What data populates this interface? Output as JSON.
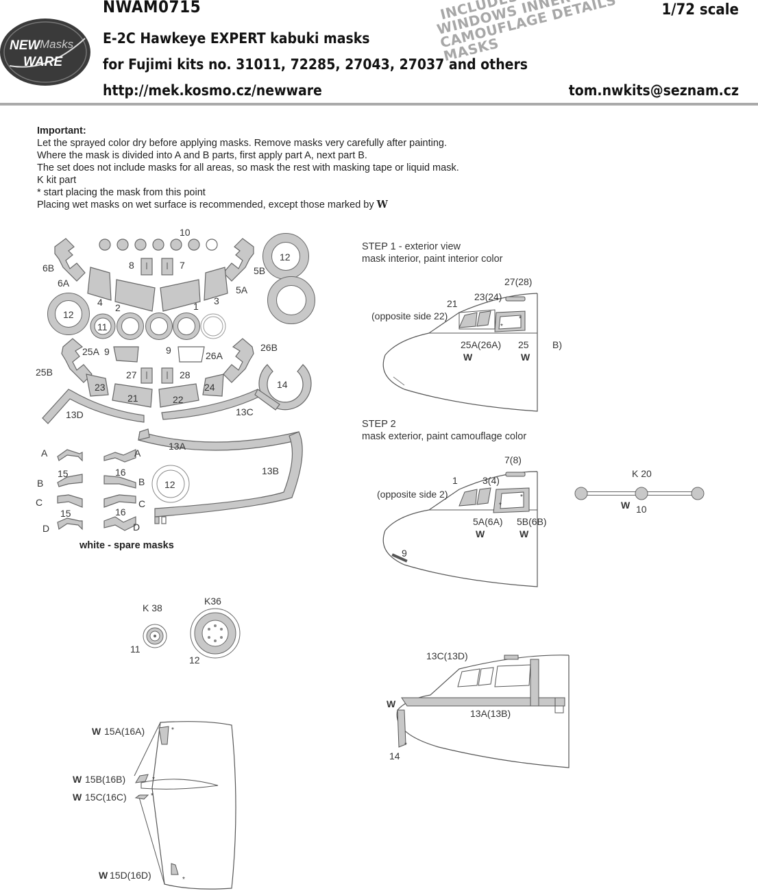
{
  "header": {
    "product_code": "NWAM0715",
    "scale": "1/72 scale",
    "title": "E-2C Hawkeye EXPERT kabuki masks",
    "subtitle": "for Fujimi kits no. 31011, 72285, 27043, 27037 and others",
    "url": "http://mek.kosmo.cz/newware",
    "email": "tom.nwkits@seznam.cz",
    "logo_text": [
      "NEW",
      "Masks",
      "WARE"
    ],
    "promo_lines": [
      "INCLUDES ALSO",
      "WINDOWS INNER SIDE",
      "CAMOUFLAGE DETAILS  MASKS"
    ]
  },
  "notes": {
    "heading": "Important:",
    "lines": [
      "Let the sprayed color dry before applying masks. Remove masks very carefully after painting.",
      "Where the mask is divided into A and B parts, first apply part A, next part B.",
      "The set does not include masks for all areas, so mask the rest with masking tape or liquid mask.",
      "K kit part",
      "*  start placing the mask from this point",
      "Placing wet masks on wet surface is recommended, except those marked by"
    ],
    "wet_symbol": "W"
  },
  "sheet": {
    "labels": {
      "l10": "10",
      "l12a": "12",
      "l6B": "6B",
      "l6A": "6A",
      "l8": "8",
      "l7": "7",
      "l5B": "5B",
      "l5A": "5A",
      "l4": "4",
      "l2": "2",
      "l1": "1",
      "l3": "3",
      "l12b": "12",
      "l11": "11",
      "l25A": "25A",
      "l9a": "9",
      "l9b": "9",
      "l26A": "26A",
      "l26B": "26B",
      "l25B": "25B",
      "l27": "27",
      "l28": "28",
      "l23": "23",
      "l21": "21",
      "l22": "22",
      "l24": "24",
      "l14": "14",
      "l13D": "13D",
      "l13C": "13C",
      "l13A": "13A",
      "l13B": "13B",
      "lA1": "A",
      "lA2": "A",
      "lB1": "B",
      "lB2": "B",
      "lC1": "C",
      "lC2": "C",
      "lD1": "D",
      "lD2": "D",
      "l15a": "15",
      "l15b": "15",
      "l16a": "16",
      "l16b": "16",
      "l12c": "12"
    },
    "spare_note": "white - spare masks"
  },
  "step1": {
    "line1": "STEP 1 - exterior view",
    "line2": "mask interior, paint interior color",
    "labels": {
      "a": "27(28)",
      "b": "23(24)",
      "c": "21",
      "d": "(opposite side 22)",
      "e": "25A(26A)",
      "f": "25",
      "g": "B)"
    }
  },
  "step2": {
    "line1": "STEP 2",
    "line2": "mask exterior, paint camouflage color",
    "labels": {
      "a": "7(8)",
      "b": "3(4)",
      "c": "1",
      "d": "(opposite side 2)",
      "e": "5A(6A)",
      "f": "5B(6B)",
      "g": "9",
      "k20": "K 20",
      "k20n": "10"
    }
  },
  "wheels": {
    "k38": "K 38",
    "k38n": "11",
    "k36": "K36",
    "k36n": "12"
  },
  "step3": {
    "a": "13C(13D)",
    "b": "13A(13B)",
    "c": "14"
  },
  "tail": {
    "a": "15A(16A)",
    "b": "15B(16B)",
    "c": "15C(16C)",
    "d": "15D(16D)"
  },
  "colors": {
    "mask_fill": "#c8c8c8",
    "mask_stroke": "#666666",
    "rule": "#aaaaaa",
    "promo": "#a7a7a7",
    "logo_dark": "#333333"
  }
}
